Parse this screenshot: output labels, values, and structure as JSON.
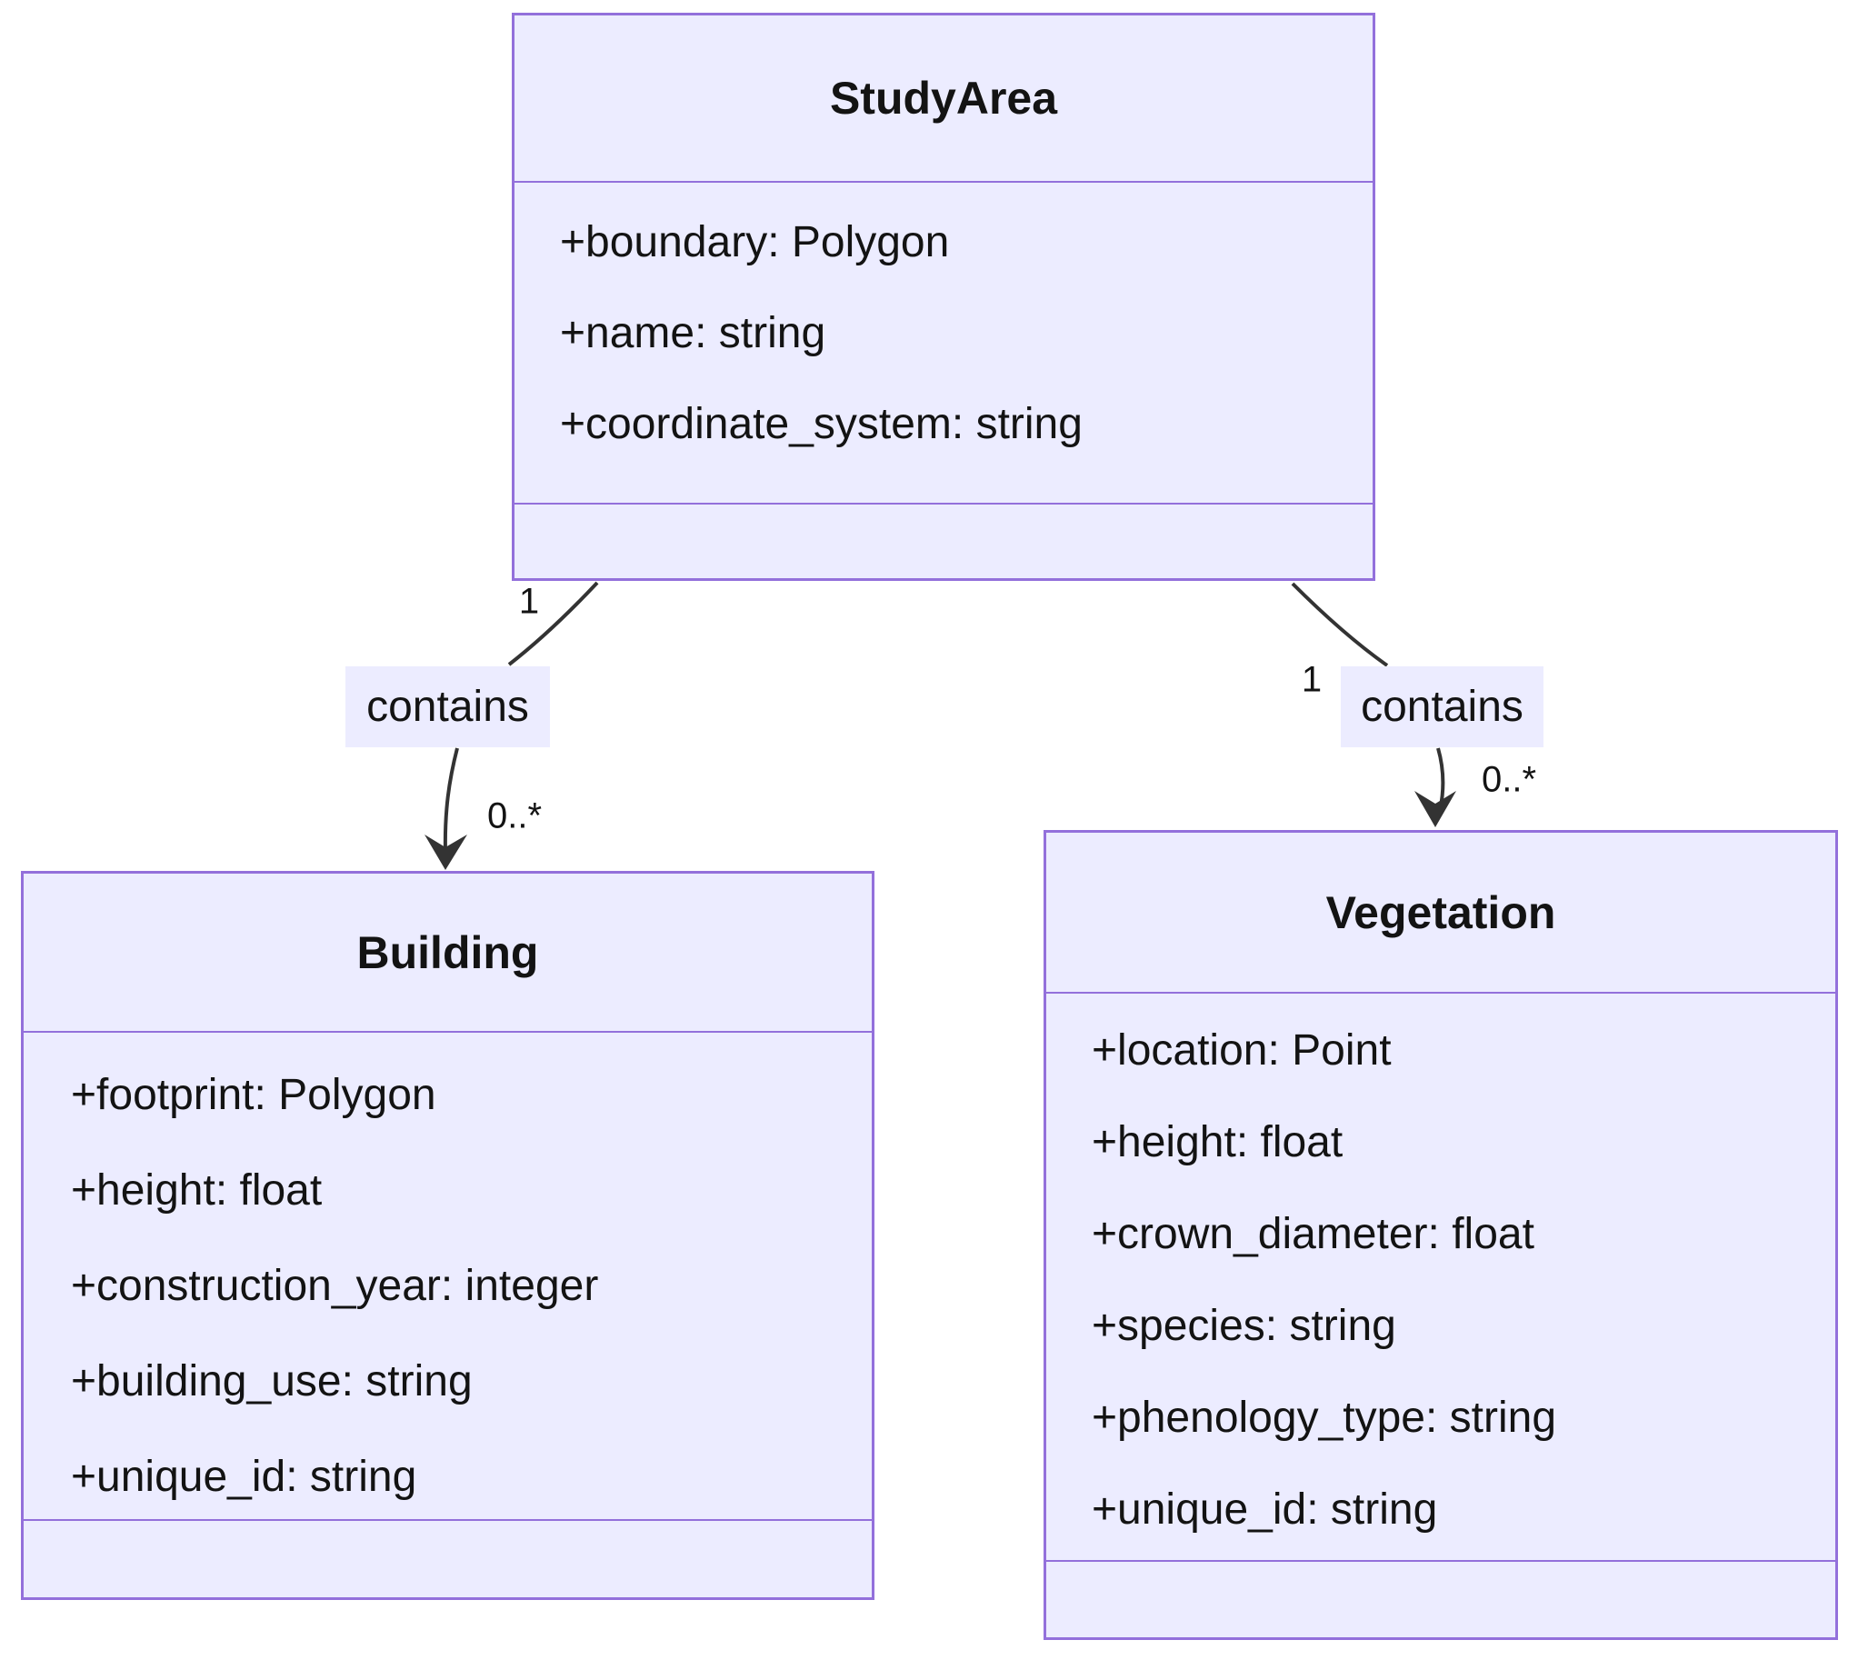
{
  "diagram": {
    "type": "uml-class-diagram",
    "background": "#FFFFFF",
    "colors": {
      "class_fill": "#ECECFF",
      "class_border": "#9370DB",
      "edge_line": "#333333",
      "text": "#131313",
      "edge_label_background": "#ECECFF"
    },
    "classes": [
      {
        "name": "StudyArea",
        "attributes": [
          "+boundary: Polygon",
          "+name: string",
          "+coordinate_system: string"
        ],
        "methods": []
      },
      {
        "name": "Building",
        "attributes": [
          "+footprint: Polygon",
          "+height: float",
          "+construction_year: integer",
          "+building_use: string",
          "+unique_id: string"
        ],
        "methods": []
      },
      {
        "name": "Vegetation",
        "attributes": [
          "+location: Point",
          "+height: float",
          "+crown_diameter: float",
          "+species: string",
          "+phenology_type: string",
          "+unique_id: string"
        ],
        "methods": []
      }
    ],
    "relations": [
      {
        "from": "StudyArea",
        "to": "Building",
        "label": "contains",
        "source_cardinality": "1",
        "target_cardinality": "0..*"
      },
      {
        "from": "StudyArea",
        "to": "Vegetation",
        "label": "contains",
        "source_cardinality": "1",
        "target_cardinality": "0..*"
      }
    ]
  }
}
